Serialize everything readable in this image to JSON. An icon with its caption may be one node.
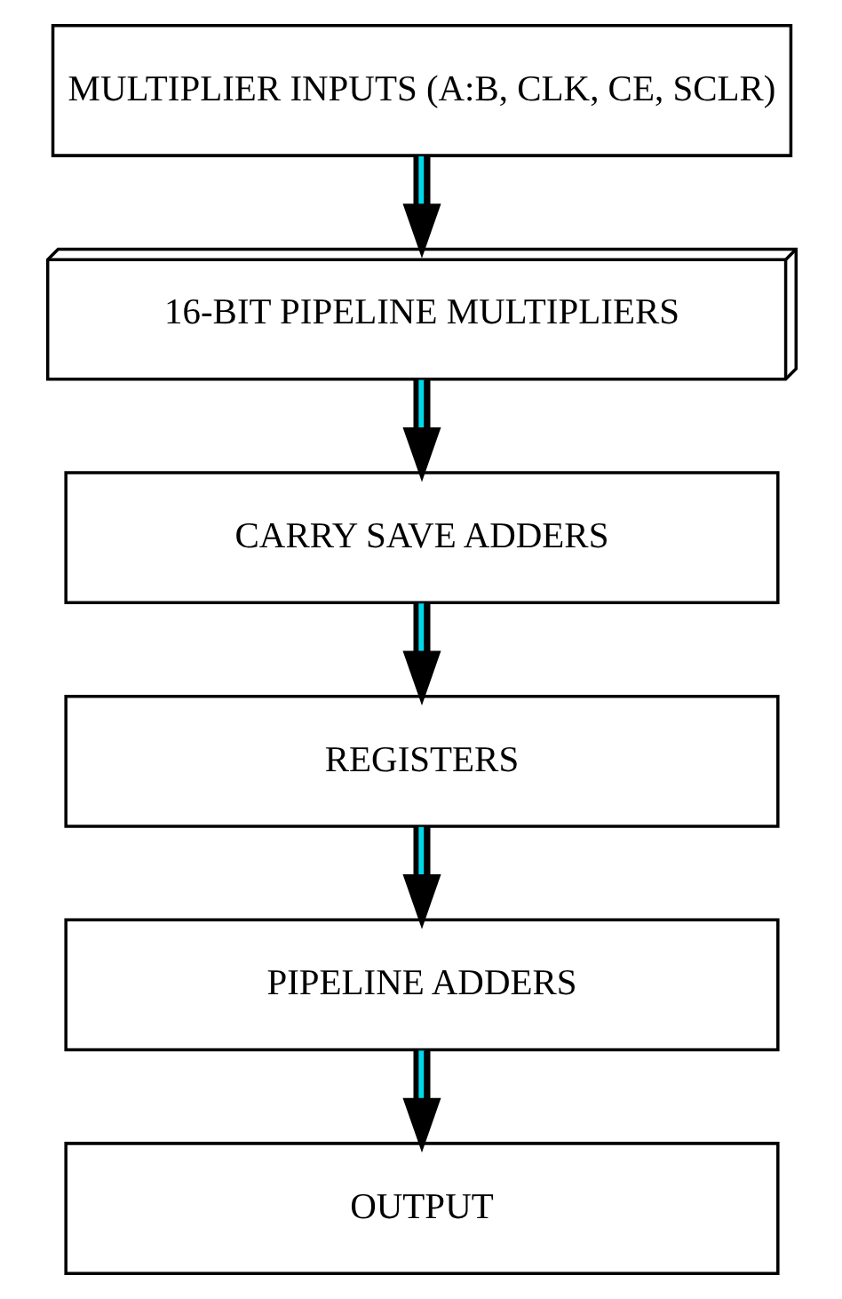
{
  "diagram": {
    "nodes": [
      {
        "text": [
          "MULTIPLIER INPUTS (A:B, CLK, CE, SCLR)"
        ]
      },
      {
        "text": [
          "16-BIT PIPELINE MULTIPLIERS"
        ]
      },
      {
        "text": [
          "CARRY SAVE ADDERS"
        ]
      },
      {
        "text": [
          "REGISTERS"
        ]
      },
      {
        "text": [
          "PIPELINE ADDERS"
        ]
      },
      {
        "text": [
          "OUTPUT"
        ]
      }
    ],
    "edges": [
      {
        "from": 0,
        "to": 1,
        "arrow": "to"
      },
      {
        "from": 1,
        "to": 2,
        "arrow": "to"
      },
      {
        "from": 2,
        "to": 3,
        "arrow": "to"
      },
      {
        "from": 3,
        "to": 4,
        "arrow": "to"
      },
      {
        "from": 4,
        "to": 5,
        "arrow": "to"
      }
    ]
  }
}
